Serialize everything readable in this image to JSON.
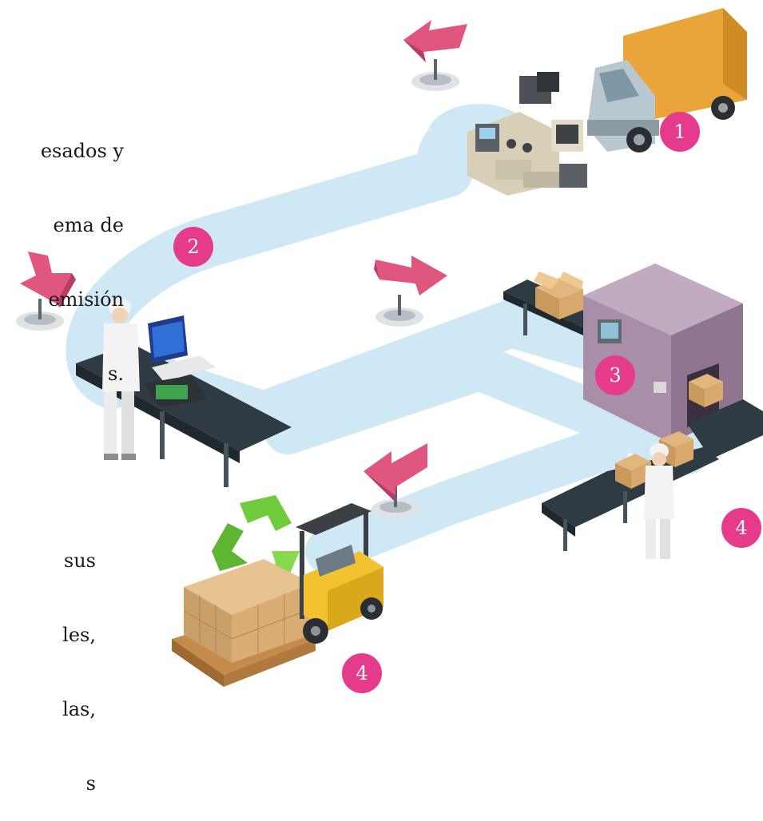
{
  "colors": {
    "path": "#cfe8f6",
    "arrow": "#e0567e",
    "arrow_dark": "#b93c62",
    "badge": "#e63a8c",
    "conveyor": "#2f3b42",
    "box": "#d9a86c",
    "truck_body": "#eaa53a",
    "truck_cab": "#b9c7cf",
    "machine": "#a88ea6",
    "forklift": "#f2c230",
    "recycle": "#6fcb3c"
  },
  "text_top": {
    "line1": "esados y",
    "line2": "ema de",
    "line3": "emisión",
    "line4": "s."
  },
  "text_bottom": {
    "line1": "sus",
    "line2": "les,",
    "line3": "las,",
    "line4": "s"
  },
  "badges": [
    {
      "label": "1"
    },
    {
      "label": "2"
    },
    {
      "label": "3"
    },
    {
      "label": "4"
    },
    {
      "label": "4"
    }
  ],
  "icons": {
    "truck": "truck-icon",
    "electronics": "electronics-pile-icon",
    "worker": "worker-icon",
    "computer": "computer-icon",
    "conveyor": "conveyor-icon",
    "machine": "processing-machine-icon",
    "boxes": "boxes-icon",
    "forklift": "forklift-icon",
    "recycle": "recycle-icon",
    "pallet": "pallet-icon",
    "direction_arrow": "direction-arrow-icon"
  }
}
